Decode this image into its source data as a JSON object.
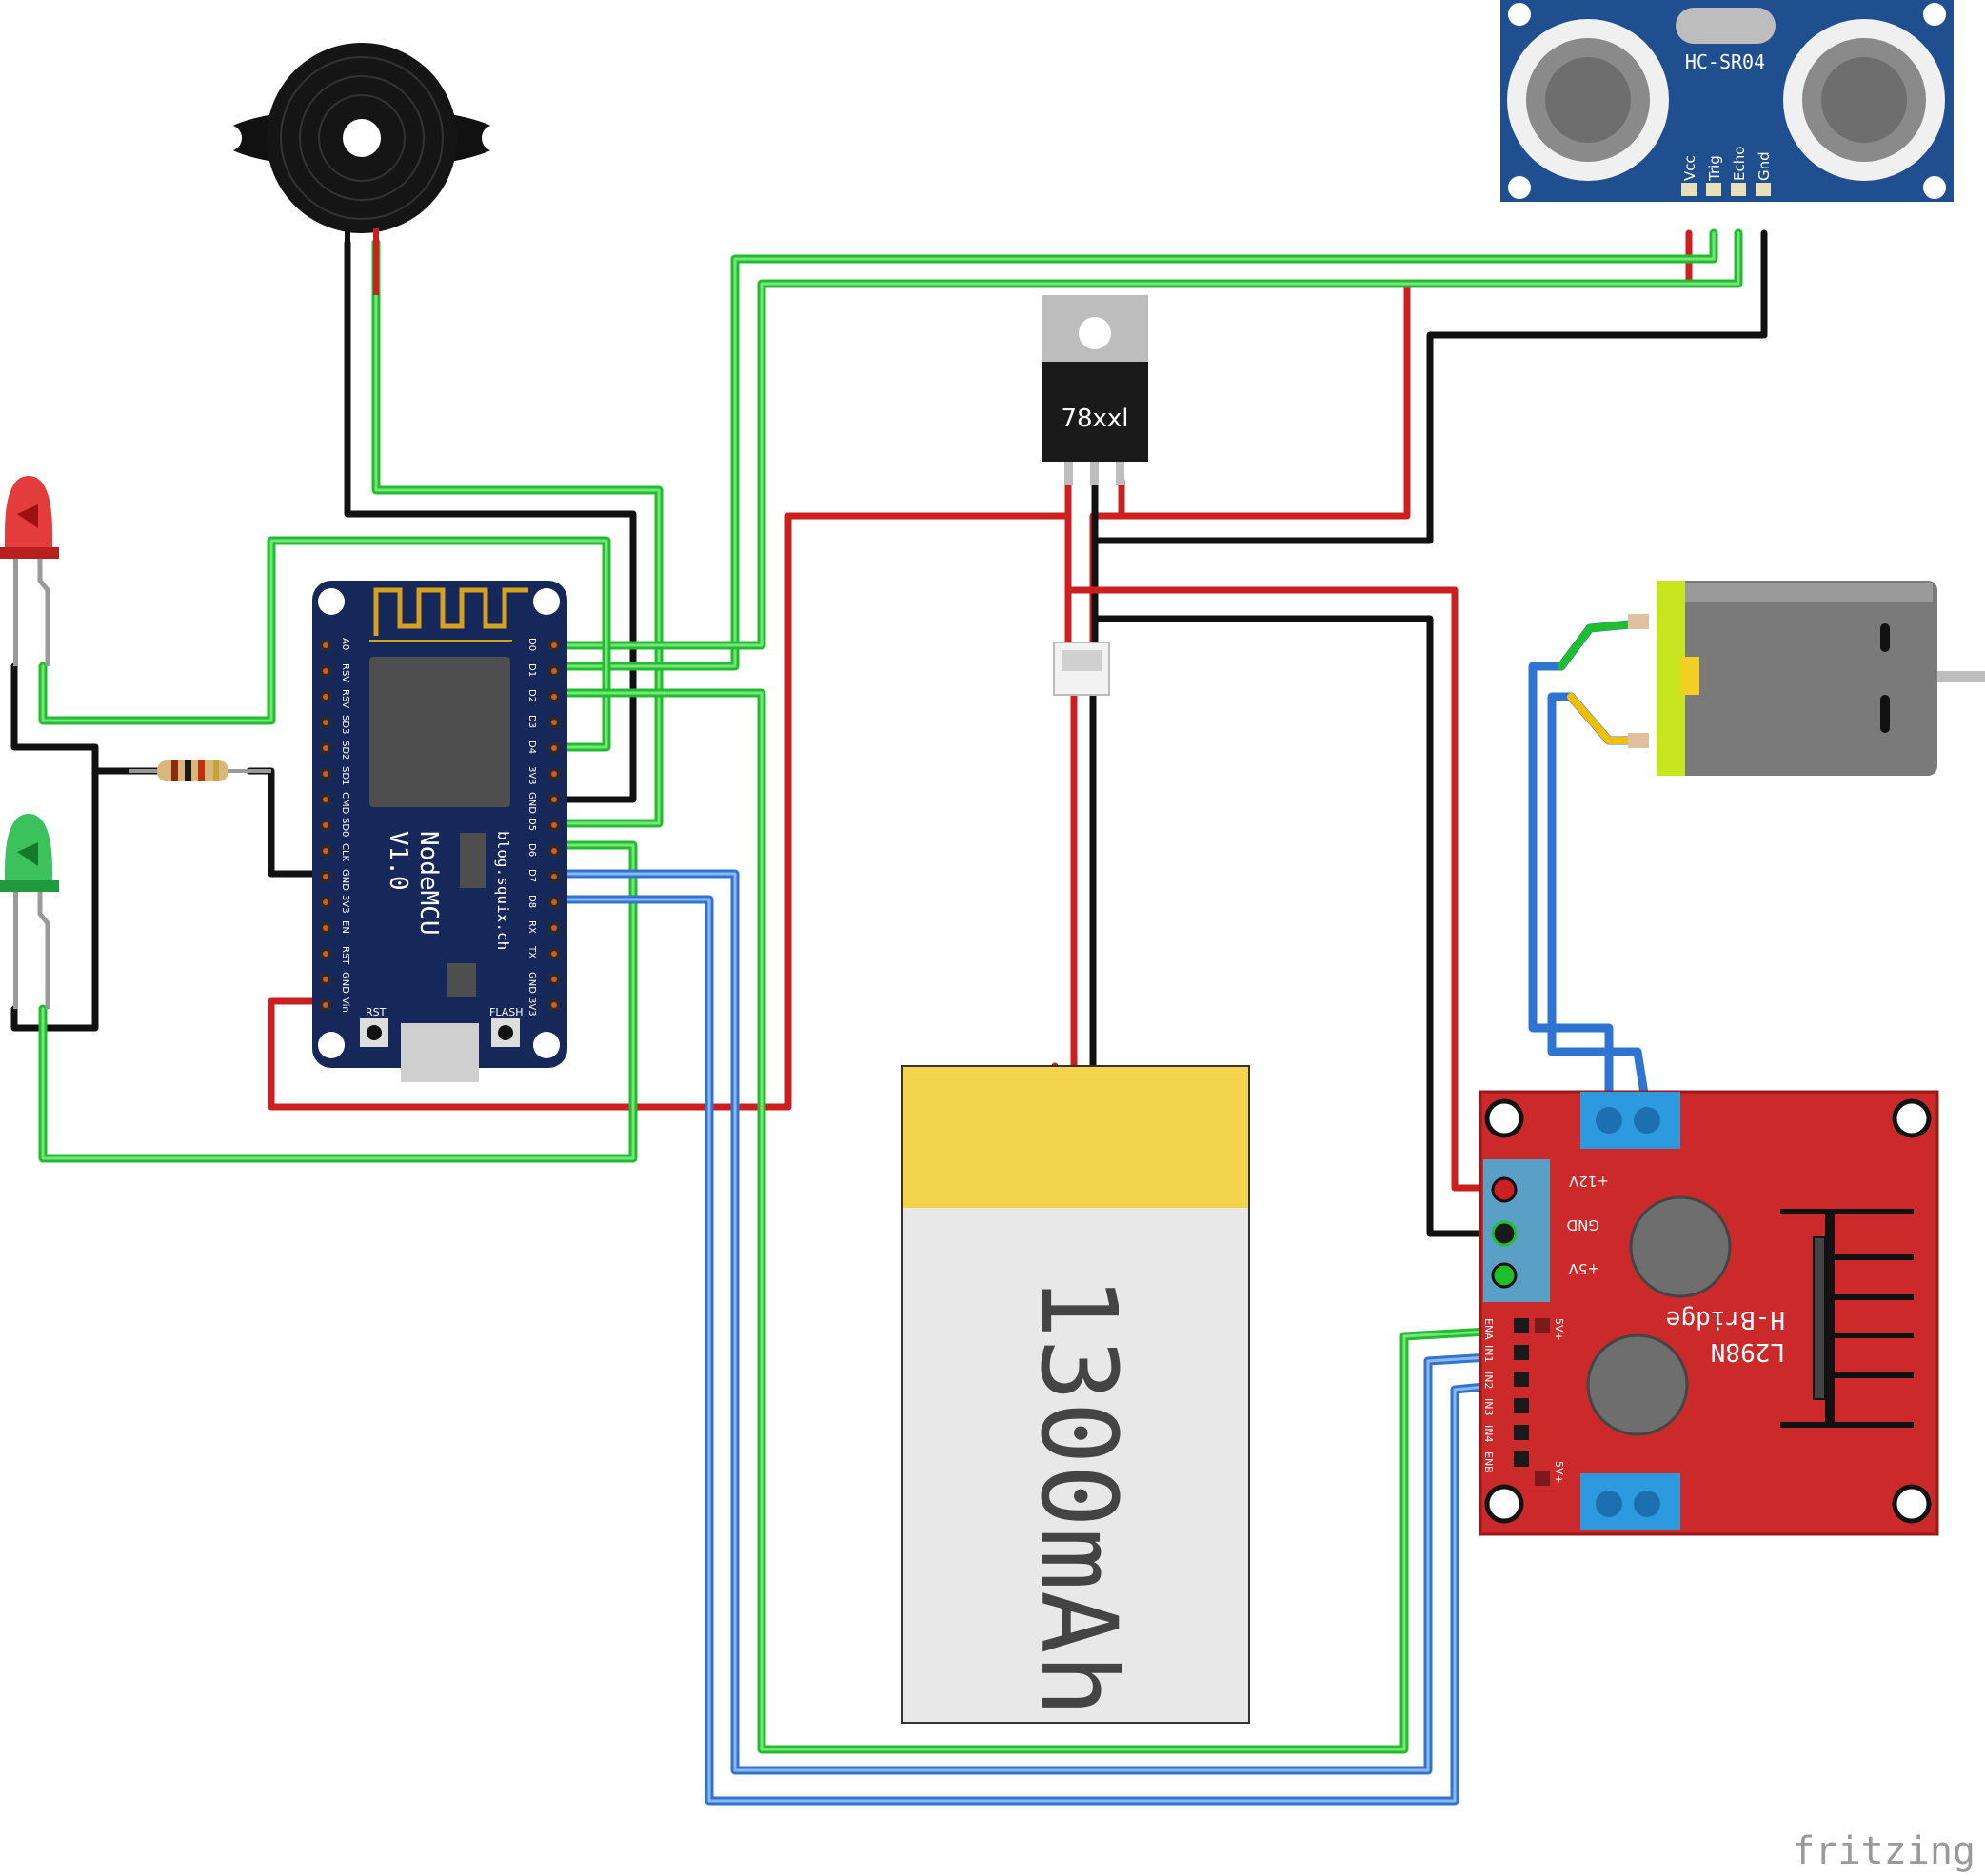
{
  "watermark": "fritzing",
  "components": {
    "ultrasonic": {
      "model": "HC-SR04",
      "pins": [
        "Vcc",
        "Trig",
        "Echo",
        "Gnd"
      ]
    },
    "regulator": {
      "label": "78xxl"
    },
    "battery": {
      "capacity": "1300mAh"
    },
    "nodemcu": {
      "name": "NodeMCU",
      "version": "V1.0",
      "site": "blog.squix.ch",
      "btn_rst": "RST",
      "btn_flash": "FLASH",
      "left_pins": [
        "A0",
        "RSV",
        "RSV",
        "SD3",
        "SD2",
        "SD1",
        "CMD",
        "SD0",
        "CLK",
        "GND",
        "3V3",
        "EN",
        "RST",
        "GND",
        "Vin"
      ],
      "right_pins": [
        "D0",
        "D1",
        "D2",
        "D3",
        "D4",
        "3V3",
        "GND",
        "D5",
        "D6",
        "D7",
        "D8",
        "RX",
        "TX",
        "GND",
        "3V3"
      ]
    },
    "hbridge": {
      "name": "H-Bridge",
      "model": "L298N",
      "power_pins": [
        "+12V",
        "GND",
        "+5V"
      ],
      "ctrl_pins": [
        "ENA",
        "IN1",
        "IN2",
        "IN3",
        "IN4",
        "ENB"
      ],
      "five_v_a": "5V+",
      "five_v_b": "5V+"
    }
  },
  "colors": {
    "wire_green": "#1fbf2c",
    "wire_red": "#cc1f1f",
    "wire_black": "#1a1a1a",
    "wire_blue": "#2f74d0",
    "wire_yellow": "#f0c000",
    "pcb_blue": "#1f4f8f",
    "pcb_navy": "#16275a",
    "pcb_red": "#cc2a2a"
  },
  "icons": [
    "buzzer-icon",
    "led-red-icon",
    "led-green-icon",
    "resistor-icon",
    "motor-icon",
    "regulator-icon",
    "battery-icon"
  ]
}
